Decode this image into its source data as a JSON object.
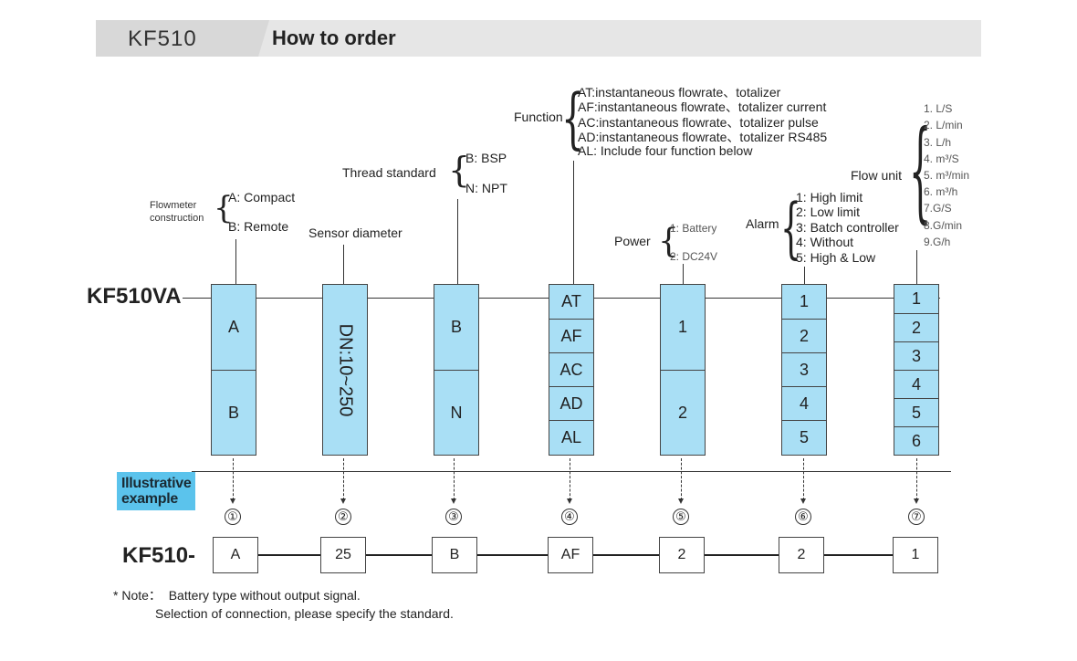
{
  "header": {
    "model": "KF510",
    "title": "How to order"
  },
  "code_label": "KF510VA",
  "groups": [
    {
      "name": "Flowmeter construction",
      "options": [
        "A: Compact",
        "B: Remote"
      ],
      "cells": [
        "A",
        "B"
      ]
    },
    {
      "name": "Sensor diameter",
      "cells": [
        "DN:10~250"
      ]
    },
    {
      "name": "Thread standard",
      "options": [
        "B: BSP",
        "N: NPT"
      ],
      "cells": [
        "B",
        "N"
      ]
    },
    {
      "name": "Function",
      "options": [
        "AT:instantaneous flowrate、totalizer",
        "AF:instantaneous flowrate、totalizer  current",
        "AC:instantaneous flowrate、totalizer  pulse",
        "AD:instantaneous flowrate、totalizer  RS485",
        "AL: Include four function below"
      ],
      "cells": [
        "AT",
        "AF",
        "AC",
        "AD",
        "AL"
      ]
    },
    {
      "name": "Power",
      "options": [
        "1: Battery",
        "2: DC24V"
      ],
      "cells": [
        "1",
        "2"
      ]
    },
    {
      "name": "Alarm",
      "options": [
        "1: High limit",
        "2: Low limit",
        "3: Batch controller",
        "4: Without",
        "5: High & Low"
      ],
      "cells": [
        "1",
        "2",
        "3",
        "4",
        "5"
      ]
    },
    {
      "name": "Flow unit",
      "options": [
        "1. L/S",
        "2. L/min",
        "3. L/h",
        "4. m³/S",
        "5. m³/min",
        "6. m³/h",
        "7.G/S",
        "8.G/min",
        "9.G/h"
      ],
      "cells": [
        "1",
        "2",
        "3",
        "4",
        "5",
        "6"
      ]
    }
  ],
  "example": {
    "label": "Illustrative example",
    "prefix": "KF510-",
    "markers": [
      "①",
      "②",
      "③",
      "④",
      "⑤",
      "⑥",
      "⑦"
    ],
    "values": [
      "A",
      "25",
      "B",
      "AF",
      "2",
      "2",
      "1"
    ]
  },
  "note": {
    "line1": "* Note：  Battery type without output signal.",
    "line2": "Selection of connection, please specify the standard."
  },
  "colors": {
    "bar": "#a9dff5",
    "header": "#e6e6e6",
    "example_badge": "#5bc3ec"
  }
}
